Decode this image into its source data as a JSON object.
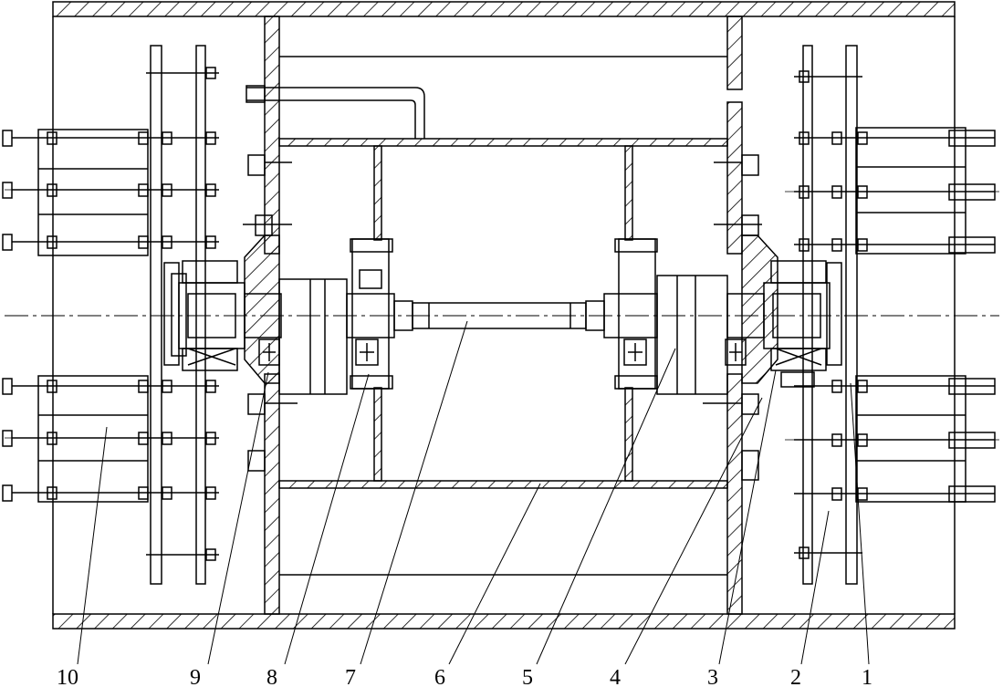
{
  "figure": {
    "part_numbers": [
      "10",
      "9",
      "8",
      "7",
      "6",
      "5",
      "4",
      "3",
      "2",
      "1"
    ]
  },
  "colors": {
    "line": "#000000",
    "background": "#ffffff"
  }
}
